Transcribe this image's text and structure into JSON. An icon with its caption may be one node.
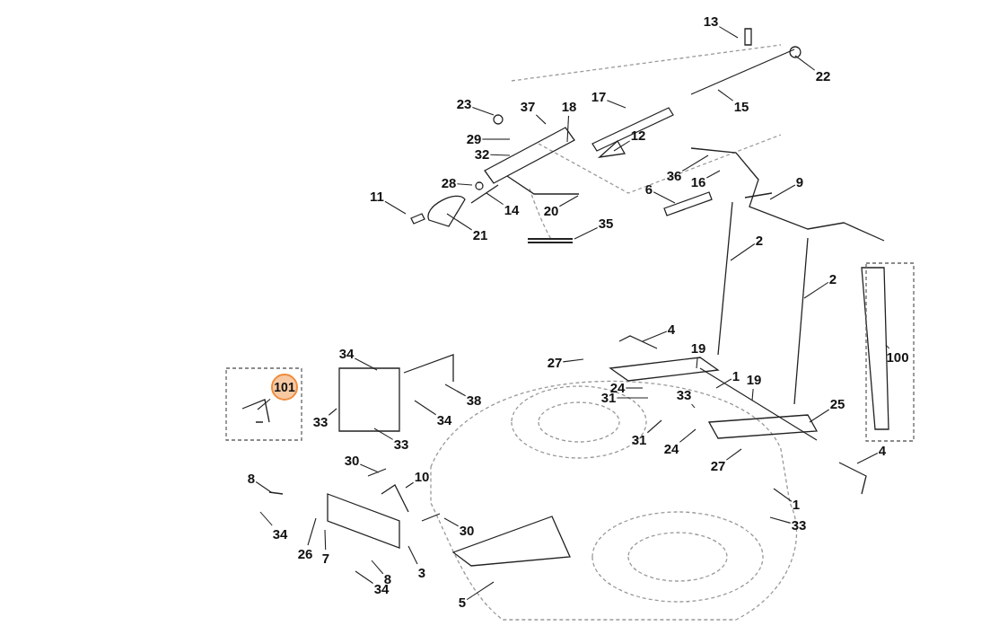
{
  "diagram": {
    "nodes": [
      {
        "text": [
          "13"
        ]
      },
      {
        "text": [
          "22"
        ]
      },
      {
        "text": [
          "17"
        ]
      },
      {
        "text": [
          "23"
        ]
      },
      {
        "text": [
          "37"
        ]
      },
      {
        "text": [
          "18"
        ]
      },
      {
        "text": [
          "15"
        ]
      },
      {
        "text": [
          "12"
        ]
      },
      {
        "text": [
          "29"
        ]
      },
      {
        "text": [
          "32"
        ]
      },
      {
        "text": [
          "28"
        ]
      },
      {
        "text": [
          "36"
        ]
      },
      {
        "text": [
          "16"
        ]
      },
      {
        "text": [
          "9"
        ]
      },
      {
        "text": [
          "6"
        ]
      },
      {
        "text": [
          "11"
        ]
      },
      {
        "text": [
          "14"
        ]
      },
      {
        "text": [
          "20"
        ]
      },
      {
        "text": [
          "35"
        ]
      },
      {
        "text": [
          "21"
        ]
      },
      {
        "text": [
          "2"
        ]
      },
      {
        "text": [
          "2"
        ]
      },
      {
        "text": [
          "4"
        ]
      },
      {
        "text": [
          "34"
        ]
      },
      {
        "text": [
          "100"
        ]
      },
      {
        "text": [
          "27"
        ]
      },
      {
        "text": [
          "19"
        ]
      },
      {
        "text": [
          "1"
        ]
      },
      {
        "text": [
          "19"
        ]
      },
      {
        "text": [
          "101"
        ]
      },
      {
        "text": [
          "24"
        ]
      },
      {
        "text": [
          "31"
        ]
      },
      {
        "text": [
          "33"
        ]
      },
      {
        "text": [
          "38"
        ]
      },
      {
        "text": [
          "25"
        ]
      },
      {
        "text": [
          "33"
        ]
      },
      {
        "text": [
          "34"
        ]
      },
      {
        "text": [
          "31"
        ]
      },
      {
        "text": [
          "24"
        ]
      },
      {
        "text": [
          "33"
        ]
      },
      {
        "text": [
          "4"
        ]
      },
      {
        "text": [
          "30"
        ]
      },
      {
        "text": [
          "27"
        ]
      },
      {
        "text": [
          "10"
        ]
      },
      {
        "text": [
          "8"
        ]
      },
      {
        "text": [
          "1"
        ]
      },
      {
        "text": [
          "33"
        ]
      },
      {
        "text": [
          "34"
        ]
      },
      {
        "text": [
          "30"
        ]
      },
      {
        "text": [
          "26"
        ]
      },
      {
        "text": [
          "7"
        ]
      },
      {
        "text": [
          "3"
        ]
      },
      {
        "text": [
          "8"
        ]
      },
      {
        "text": [
          "34"
        ]
      },
      {
        "text": [
          "5"
        ]
      }
    ],
    "edges": [
      {
        "from": 0,
        "to": null,
        "arrow": "none"
      },
      {
        "from": 1,
        "to": null,
        "arrow": "none"
      },
      {
        "from": 2,
        "to": null,
        "arrow": "none"
      },
      {
        "from": 3,
        "to": null,
        "arrow": "none"
      },
      {
        "from": 4,
        "to": null,
        "arrow": "none"
      },
      {
        "from": 5,
        "to": null,
        "arrow": "none"
      },
      {
        "from": 6,
        "to": null,
        "arrow": "none"
      },
      {
        "from": 7,
        "to": null,
        "arrow": "none"
      },
      {
        "from": 8,
        "to": null,
        "arrow": "none"
      },
      {
        "from": 9,
        "to": null,
        "arrow": "none"
      },
      {
        "from": 10,
        "to": null,
        "arrow": "none"
      },
      {
        "from": 11,
        "to": null,
        "arrow": "none"
      },
      {
        "from": 12,
        "to": null,
        "arrow": "none"
      },
      {
        "from": 13,
        "to": null,
        "arrow": "none"
      },
      {
        "from": 14,
        "to": null,
        "arrow": "none"
      },
      {
        "from": 15,
        "to": null,
        "arrow": "none"
      },
      {
        "from": 16,
        "to": null,
        "arrow": "none"
      },
      {
        "from": 17,
        "to": null,
        "arrow": "none"
      },
      {
        "from": 18,
        "to": null,
        "arrow": "none"
      },
      {
        "from": 19,
        "to": null,
        "arrow": "none"
      },
      {
        "from": 20,
        "to": null,
        "arrow": "none"
      },
      {
        "from": 21,
        "to": null,
        "arrow": "none"
      },
      {
        "from": 22,
        "to": null,
        "arrow": "none"
      },
      {
        "from": 23,
        "to": null,
        "arrow": "none"
      },
      {
        "from": 24,
        "to": null,
        "arrow": "none"
      },
      {
        "from": 25,
        "to": null,
        "arrow": "none"
      },
      {
        "from": 26,
        "to": null,
        "arrow": "none"
      },
      {
        "from": 27,
        "to": null,
        "arrow": "none"
      },
      {
        "from": 28,
        "to": null,
        "arrow": "none"
      },
      {
        "from": 29,
        "to": null,
        "arrow": "none"
      },
      {
        "from": 30,
        "to": null,
        "arrow": "none"
      },
      {
        "from": 31,
        "to": null,
        "arrow": "none"
      },
      {
        "from": 32,
        "to": null,
        "arrow": "none"
      },
      {
        "from": 33,
        "to": null,
        "arrow": "none"
      },
      {
        "from": 34,
        "to": null,
        "arrow": "none"
      },
      {
        "from": 35,
        "to": null,
        "arrow": "none"
      },
      {
        "from": 36,
        "to": null,
        "arrow": "none"
      },
      {
        "from": 37,
        "to": null,
        "arrow": "none"
      },
      {
        "from": 38,
        "to": null,
        "arrow": "none"
      },
      {
        "from": 39,
        "to": null,
        "arrow": "none"
      },
      {
        "from": 40,
        "to": null,
        "arrow": "none"
      },
      {
        "from": 41,
        "to": null,
        "arrow": "none"
      },
      {
        "from": 42,
        "to": null,
        "arrow": "none"
      },
      {
        "from": 43,
        "to": null,
        "arrow": "none"
      },
      {
        "from": 44,
        "to": null,
        "arrow": "none"
      },
      {
        "from": 45,
        "to": null,
        "arrow": "none"
      },
      {
        "from": 46,
        "to": null,
        "arrow": "none"
      },
      {
        "from": 47,
        "to": null,
        "arrow": "none"
      },
      {
        "from": 48,
        "to": null,
        "arrow": "none"
      },
      {
        "from": 49,
        "to": null,
        "arrow": "none"
      },
      {
        "from": 50,
        "to": null,
        "arrow": "none"
      },
      {
        "from": 51,
        "to": null,
        "arrow": "none"
      },
      {
        "from": 52,
        "to": null,
        "arrow": "none"
      },
      {
        "from": 53,
        "to": null,
        "arrow": "none"
      },
      {
        "from": 54,
        "to": null,
        "arrow": "none"
      }
    ]
  }
}
